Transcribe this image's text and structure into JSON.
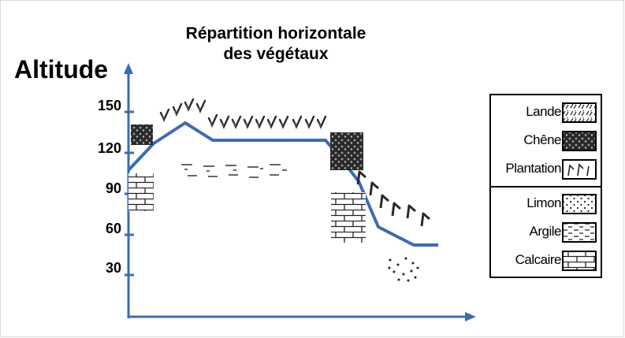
{
  "title_line1": "Répartition horizontale",
  "title_line2": "des végétaux",
  "y_axis_label": "Altitude",
  "y_ticks": [
    "150",
    "120",
    "90",
    "60",
    "30"
  ],
  "legend": {
    "vegetation": [
      {
        "label": "Lande",
        "icon": "lande-swatch"
      },
      {
        "label": "Chêne",
        "icon": "chene-swatch"
      },
      {
        "label": "Plantation",
        "icon": "plantation-swatch"
      }
    ],
    "soil": [
      {
        "label": "Limon",
        "icon": "limon-swatch"
      },
      {
        "label": "Argile",
        "icon": "argile-swatch"
      },
      {
        "label": "Calcaire",
        "icon": "calcaire-swatch"
      }
    ]
  },
  "colors": {
    "axis": "#3a6cb5",
    "profile": "#3a6cb5",
    "text": "#000000"
  }
}
